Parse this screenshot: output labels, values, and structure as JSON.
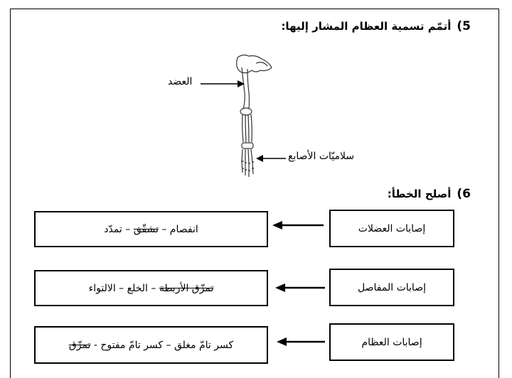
{
  "q5": {
    "number": "5)",
    "text": "أتمّم تسمية العظام المشار إليها:"
  },
  "figure": {
    "labels": {
      "humerus": "العضد",
      "phalanges": "سلاميّات الأصابع"
    }
  },
  "q6": {
    "number": "6)",
    "text": "أصلح الخطأ:"
  },
  "rows": [
    {
      "category": "إصابات العضلات",
      "parts": [
        "انفصام",
        " – ",
        "تشقّق",
        " – ",
        "تمدّد"
      ]
    },
    {
      "category": "إصابات المفاصل",
      "parts": [
        "تمزّق الأربطة",
        " – ",
        "الخلع",
        " – ",
        "الالتواء"
      ]
    },
    {
      "category": "إصابات العظام",
      "parts": [
        "كسر تامّ مغلق",
        " – ",
        "كسر تامّ مفتوح",
        " - ",
        "تمزّق"
      ]
    }
  ]
}
